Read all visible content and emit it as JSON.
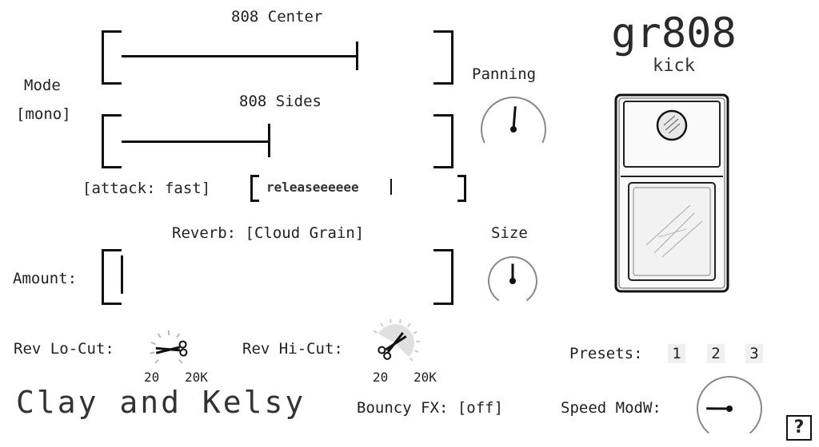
{
  "plugin": {
    "title": "gr808",
    "subtitle": "kick"
  },
  "mode": {
    "label": "Mode",
    "value": "[mono]"
  },
  "center": {
    "label": "808 Center",
    "fill": 0.75
  },
  "sides": {
    "label": "808 Sides",
    "fill": 0.47
  },
  "panning": {
    "label": "Panning",
    "knob_value": 0.52
  },
  "envelope": {
    "attack_label": "[attack: fast]",
    "release_text": "releaseeeeee"
  },
  "reverb": {
    "label": "Reverb: [Cloud Grain]",
    "amount_label": "Amount:",
    "amount_fill": 0.0
  },
  "size": {
    "label": "Size",
    "knob_value": 0.5
  },
  "lo_cut": {
    "label": "Rev Lo-Cut:",
    "min": "20",
    "max": "20K",
    "knob_value": 0.15
  },
  "hi_cut": {
    "label": "Rev Hi-Cut:",
    "min": "20",
    "max": "20K",
    "knob_value": 0.55
  },
  "presets": {
    "label": "Presets:",
    "items": [
      "1",
      "2",
      "3"
    ]
  },
  "bouncy": {
    "label": "Bouncy FX: [off]"
  },
  "speed": {
    "label": "Speed ModW:",
    "knob_value": 0.18
  },
  "brand": "Clay and Kelsy",
  "help": {
    "label": "?"
  },
  "colors": {
    "ink": "#111111",
    "hi_cut_arc": "#e0e0e0",
    "preset_bg": "#f0f0f0"
  }
}
